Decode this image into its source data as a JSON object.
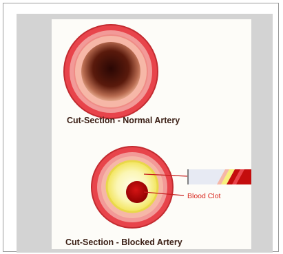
{
  "diagram": {
    "normal_caption": "Cut-Section - Normal Artery",
    "blocked_caption": "Cut-Section - Blocked Artery",
    "clot_label": "Blood Clot"
  },
  "colors": {
    "outer_wall": "#e8444b",
    "mid_wall": "#f29a98",
    "inner_wall": "#f6b7a7",
    "lumen_dark": "#3b0d07",
    "plaque": "#f7f07e",
    "plaque_inner": "#fffde8",
    "clot": "#b20000",
    "label_red": "#d8251c",
    "caption_text": "#3a1e14",
    "panel_gray": "#d3d3d3"
  }
}
